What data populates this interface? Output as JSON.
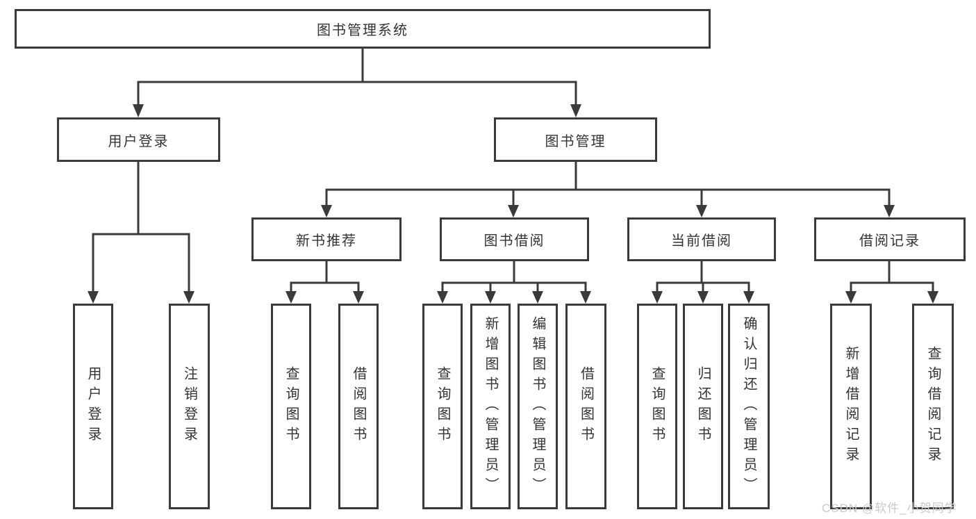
{
  "tree": {
    "label": "图书管理系统",
    "children": [
      {
        "label": "用户登录",
        "children": [
          {
            "label": "用户登录"
          },
          {
            "label": "注销登录"
          }
        ]
      },
      {
        "label": "图书管理",
        "children": [
          {
            "label": "新书推荐",
            "children": [
              {
                "label": "查询图书"
              },
              {
                "label": "借阅图书"
              }
            ]
          },
          {
            "label": "图书借阅",
            "children": [
              {
                "label": "查询图书"
              },
              {
                "label": "新增图书（管理员）"
              },
              {
                "label": "编辑图书（管理员）"
              },
              {
                "label": "借阅图书"
              }
            ]
          },
          {
            "label": "当前借阅",
            "children": [
              {
                "label": "查询图书"
              },
              {
                "label": "归还图书"
              },
              {
                "label": "确认归还（管理员）"
              }
            ]
          },
          {
            "label": "借阅记录",
            "children": [
              {
                "label": "新增借阅记录"
              },
              {
                "label": "查询借阅记录"
              }
            ]
          }
        ]
      }
    ]
  },
  "watermark": {
    "text": "CSDN @软件_小贺同学",
    "color": "#c9c9c9"
  },
  "colors": {
    "line": "#3a3a3a",
    "text": "#333333",
    "background": "#ffffff"
  }
}
